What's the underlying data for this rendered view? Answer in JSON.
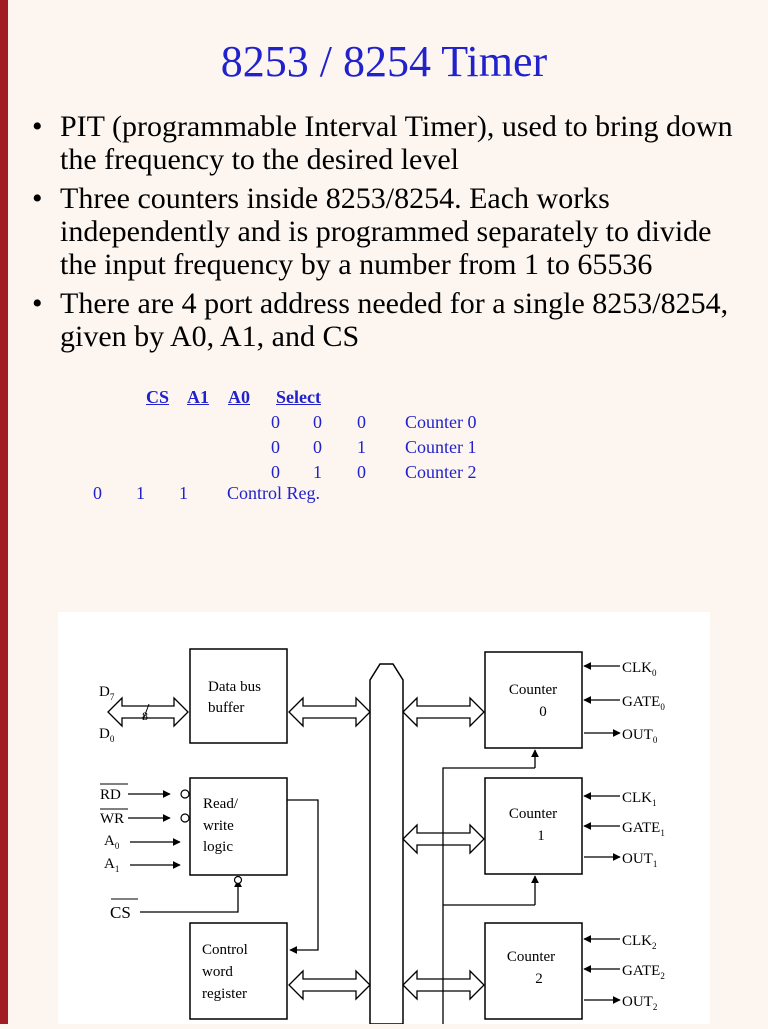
{
  "title": "8253 / 8254 Timer",
  "bullets": [
    "PIT (programmable Interval Timer), used to bring down the frequency to the desired level",
    "Three counters inside 8253/8254. Each works independently and is programmed separately to divide the input frequency by a number from 1 to 65536",
    "There are 4 port address needed for a single 8253/8254, given by A0, A1, and CS"
  ],
  "bullet_symbol": "•",
  "select_table": {
    "headers": [
      "CS",
      "A1",
      "A0",
      "Select"
    ],
    "rows": [
      [
        "0",
        "0",
        "0",
        "Counter 0"
      ],
      [
        "0",
        "0",
        "1",
        "Counter 1"
      ],
      [
        "0",
        "1",
        "0",
        "Counter 2"
      ],
      [
        "0",
        "1",
        "1",
        "Control Reg."
      ]
    ]
  },
  "diagram": {
    "blocks": {
      "data_bus_buffer": [
        "Data bus",
        "buffer"
      ],
      "read_write_logic": [
        "Read/",
        "write",
        "logic"
      ],
      "control_word_register": [
        "Control",
        "word",
        "register"
      ],
      "counter0": [
        "Counter",
        "0"
      ],
      "counter1": [
        "Counter",
        "1"
      ],
      "counter2": [
        "Counter",
        "2"
      ]
    },
    "bus_width": "8",
    "left_signals": {
      "d7": {
        "base": "D",
        "sub": "7"
      },
      "d0": {
        "base": "D",
        "sub": "0"
      },
      "rd": "RD",
      "wr": "WR",
      "a0": {
        "base": "A",
        "sub": "0"
      },
      "a1": {
        "base": "A",
        "sub": "1"
      },
      "cs": "CS"
    },
    "counter_signals": [
      {
        "clk": "CLK",
        "gate": "GATE",
        "out": "OUT",
        "sub": "0"
      },
      {
        "clk": "CLK",
        "gate": "GATE",
        "out": "OUT",
        "sub": "1"
      },
      {
        "clk": "CLK",
        "gate": "GATE",
        "out": "OUT",
        "sub": "2"
      }
    ]
  },
  "colors": {
    "title": "#2222cc",
    "table": "#2222cc",
    "left_bar": "#a21d23"
  }
}
